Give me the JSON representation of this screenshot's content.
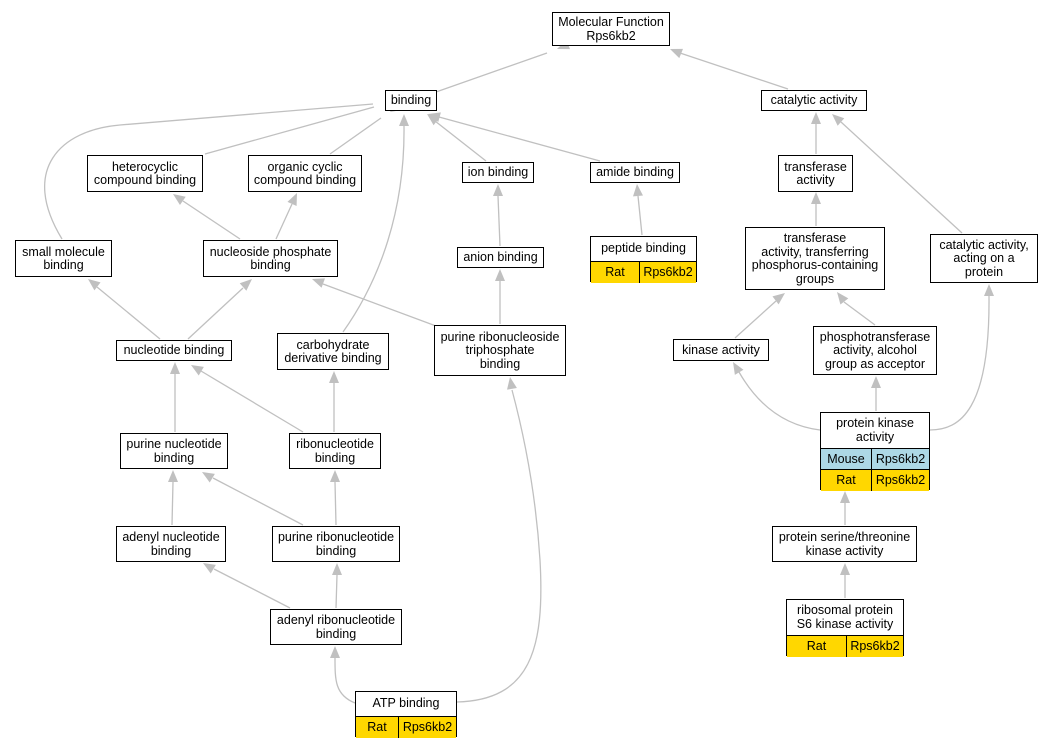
{
  "colors": {
    "edge": "#c0c0c0",
    "rat": "#ffd700",
    "mouse": "#add8e6"
  },
  "nodes": {
    "molecular_function": "Molecular Function\nRps6kb2",
    "binding": "binding",
    "catalytic_activity": "catalytic activity",
    "heterocyclic_compound_binding": "heterocyclic\ncompound binding",
    "organic_cyclic_compound_binding": "organic cyclic\ncompound binding",
    "ion_binding": "ion binding",
    "amide_binding": "amide binding",
    "transferase_activity": "transferase\nactivity",
    "small_molecule_binding": "small molecule\nbinding",
    "nucleoside_phosphate_binding": "nucleoside phosphate\nbinding",
    "anion_binding": "anion binding",
    "peptide_binding": "peptide binding",
    "transferase_phosphorus": "transferase\nactivity, transferring\nphosphorus-containing\ngroups",
    "catalytic_acting_on_protein": "catalytic activity,\nacting on a\nprotein",
    "nucleotide_binding": "nucleotide binding",
    "carbohydrate_derivative_binding": "carbohydrate\nderivative binding",
    "purine_ribonucleoside_triphosphate_binding": "purine ribonucleoside\ntriphosphate\nbinding",
    "kinase_activity": "kinase activity",
    "phosphotransferase_alcohol": "phosphotransferase\nactivity, alcohol\ngroup as acceptor",
    "protein_kinase_activity": "protein kinase\nactivity",
    "purine_nucleotide_binding": "purine nucleotide\nbinding",
    "ribonucleotide_binding": "ribonucleotide\nbinding",
    "adenyl_nucleotide_binding": "adenyl nucleotide\nbinding",
    "purine_ribonucleotide_binding": "purine ribonucleotide\nbinding",
    "protein_serine_threonine_kinase_activity": "protein serine/threonine\nkinase activity",
    "adenyl_ribonucleotide_binding": "adenyl ribonucleotide\nbinding",
    "ribosomal_protein_s6_kinase_activity": "ribosomal protein\nS6 kinase activity",
    "atp_binding": "ATP binding"
  },
  "annotations": {
    "peptide_binding": [
      {
        "species": "Rat",
        "gene": "Rps6kb2"
      }
    ],
    "protein_kinase_activity": [
      {
        "species": "Mouse",
        "gene": "Rps6kb2"
      },
      {
        "species": "Rat",
        "gene": "Rps6kb2"
      }
    ],
    "ribosomal_protein_s6_kinase_activity": [
      {
        "species": "Rat",
        "gene": "Rps6kb2"
      }
    ],
    "atp_binding": [
      {
        "species": "Rat",
        "gene": "Rps6kb2"
      }
    ]
  }
}
